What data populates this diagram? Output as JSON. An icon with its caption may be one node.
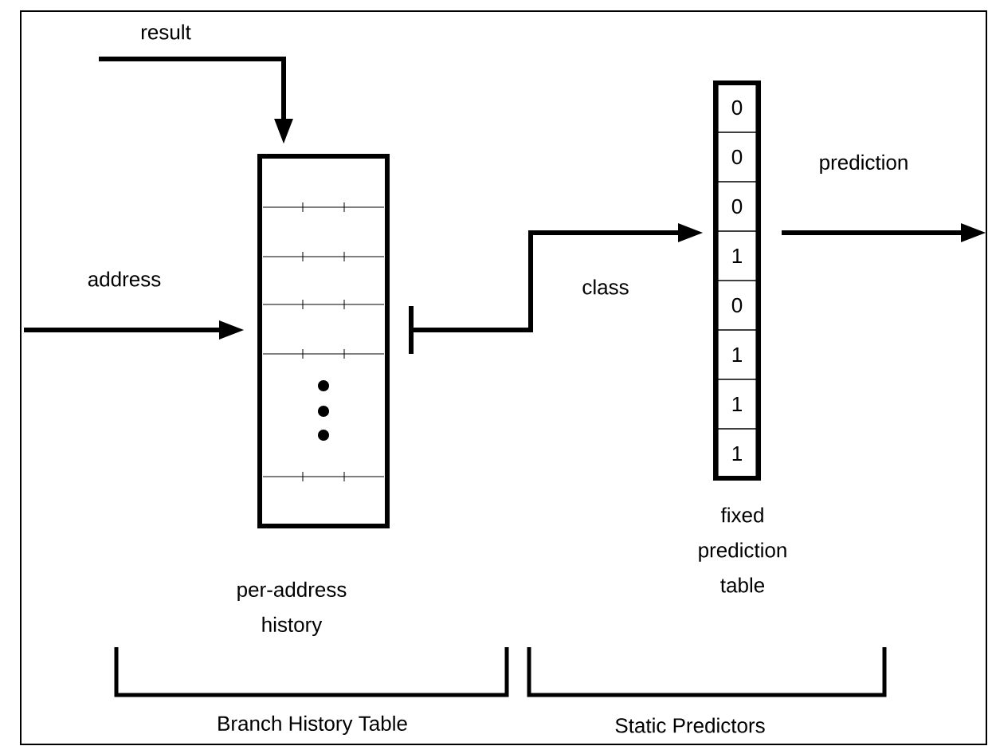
{
  "diagram": {
    "nodes": [
      {
        "text": [],
        "shape": "box",
        "beside": [
          "per-address history"
        ]
      },
      {
        "text": [],
        "shape": "box",
        "beside": [
          "fixed prediction table"
        ]
      },
      {
        "text": [
          "0"
        ],
        "in": 1
      },
      {
        "text": [
          "0"
        ],
        "in": 1
      },
      {
        "text": [
          "0"
        ],
        "in": 1
      },
      {
        "text": [
          "1"
        ],
        "in": 1
      },
      {
        "text": [
          "0"
        ],
        "in": 1
      },
      {
        "text": [
          "1"
        ],
        "in": 1
      },
      {
        "text": [
          "1"
        ],
        "in": 1
      },
      {
        "text": [
          "1"
        ],
        "in": 1
      }
    ],
    "edges": [
      {
        "from": null,
        "to": 0,
        "arrow": "to",
        "label": "result"
      },
      {
        "from": null,
        "to": 0,
        "arrow": "to",
        "label": "address"
      },
      {
        "from": 0,
        "to": 1,
        "arrow": "to",
        "label": "class"
      },
      {
        "from": 1,
        "to": null,
        "arrow": "to",
        "label": "prediction"
      }
    ],
    "labels": [
      "Branch History Table",
      "Static Predictors"
    ]
  }
}
